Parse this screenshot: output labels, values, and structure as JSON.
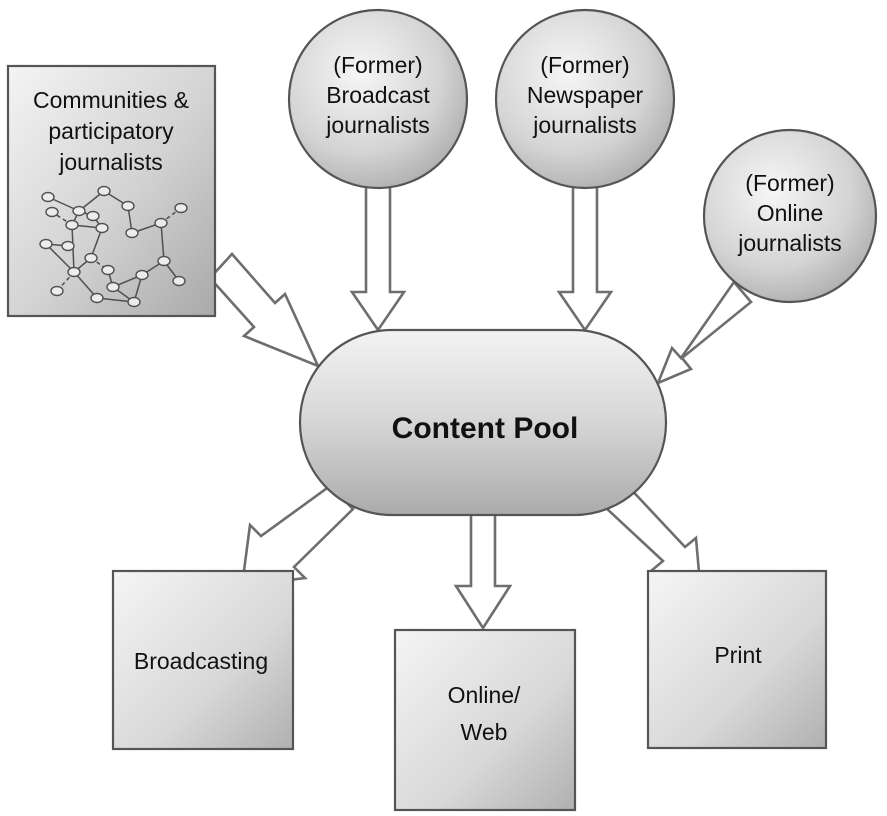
{
  "sources": {
    "communities": {
      "lines": [
        "Communities &",
        "participatory",
        "journalists"
      ]
    },
    "broadcast": {
      "lines": [
        "(Former)",
        "Broadcast",
        "journalists"
      ]
    },
    "newspaper": {
      "lines": [
        "(Former)",
        "Newspaper",
        "journalists"
      ]
    },
    "online": {
      "lines": [
        "(Former)",
        "Online",
        "journalists"
      ]
    }
  },
  "center": {
    "label": "Content Pool"
  },
  "outputs": {
    "broadcasting": {
      "lines": [
        "Broadcasting"
      ]
    },
    "online_web": {
      "lines": [
        "Online/",
        "Web"
      ]
    },
    "print": {
      "lines": [
        "Print"
      ]
    }
  },
  "colors": {
    "shape_light": "#f2f2f2",
    "shape_dark": "#a8a8a8",
    "outline": "#555555",
    "arrow_fill": "#ffffff"
  },
  "icons": {
    "network": "network-graph-icon"
  }
}
